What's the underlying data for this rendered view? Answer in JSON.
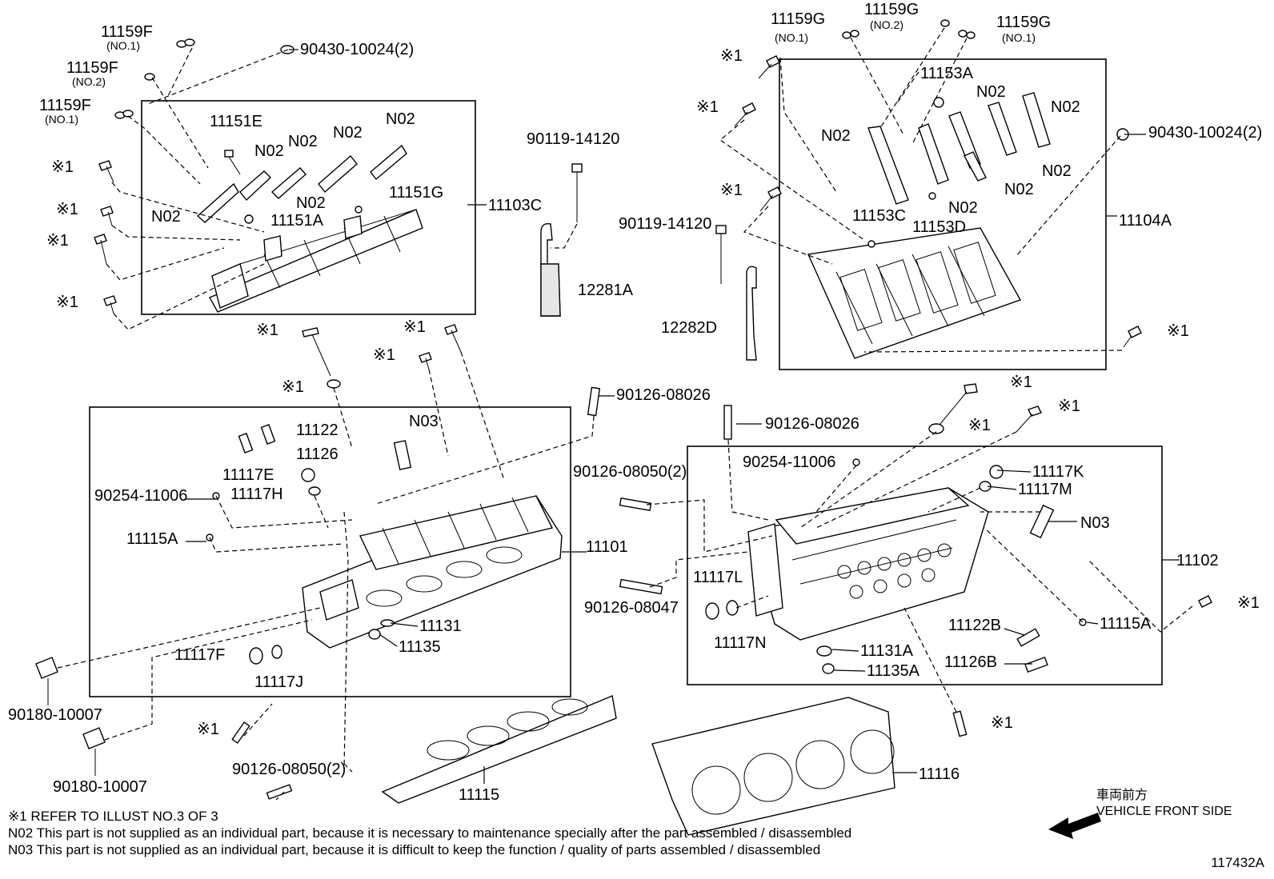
{
  "figure_id": "117432A",
  "boxes": [
    {
      "id": "11103C",
      "label": "11103C"
    },
    {
      "id": "11104A",
      "label": "11104A"
    },
    {
      "id": "11101",
      "label": "11101"
    },
    {
      "id": "11102",
      "label": "11102"
    }
  ],
  "labels": {
    "p11159f_a": "11159F",
    "p11159f_a_sub": "(NO.1)",
    "p11159f_b": "11159F",
    "p11159f_b_sub": "(NO.2)",
    "p11159f_c": "11159F",
    "p11159f_c_sub": "(NO.1)",
    "p90430_a": "90430-10024(2)",
    "p11151e": "11151E",
    "n02_1": "N02",
    "n02_2": "N02",
    "n02_3": "N02",
    "n02_4": "N02",
    "n02_5": "N02",
    "n02_6": "N02",
    "p11151g": "11151G",
    "p11151a": "11151A",
    "p11103c": "11103C",
    "ref1_a": "※1",
    "ref1_b": "※1",
    "ref1_c": "※1",
    "ref1_d": "※1",
    "p90119_a": "90119-14120",
    "p12281a": "12281A",
    "ref1_e": "※1",
    "ref1_f": "※1",
    "ref1_g": "※1",
    "ref1_h": "※1",
    "p90126_08026_a": "90126-08026",
    "p11122": "11122",
    "p11126": "11126",
    "n03_1": "N03",
    "p11117e": "11117E",
    "p90254_a": "90254-11006",
    "p11117h": "11117H",
    "p11115a_a": "11115A",
    "p11101": "11101",
    "p11131": "11131",
    "p11135": "11135",
    "p11117f": "11117F",
    "p11117j": "11117J",
    "p90180_a": "90180-10007",
    "p90180_b": "90180-10007",
    "ref1_i": "※1",
    "p90126_08050_a": "90126-08050(2)",
    "p11115": "11115",
    "p11159g_a": "11159G",
    "p11159g_a_sub": "(NO.1)",
    "p11159g_b": "11159G",
    "p11159g_b_sub": "(NO.2)",
    "p11159g_c": "11159G",
    "p11159g_c_sub": "(NO.1)",
    "ref1_j": "※1",
    "ref1_k": "※1",
    "ref1_l": "※1",
    "p11153a": "11153A",
    "n02_7": "N02",
    "n02_8": "N02",
    "n02_9": "N02",
    "n02_10": "N02",
    "n02_11": "N02",
    "n02_12": "N02",
    "p90430_b": "90430-10024(2)",
    "p11153c": "11153C",
    "p11153d": "11153D",
    "p11104a": "11104A",
    "p90119_b": "90119-14120",
    "p12282d": "12282D",
    "ref1_m": "※1",
    "ref1_n": "※1",
    "ref1_o": "※1",
    "ref1_p": "※1",
    "ref1_q": "※1",
    "p90126_08026_b": "90126-08026",
    "p90254_b": "90254-11006",
    "p90126_08050_b": "90126-08050(2)",
    "p11117k": "11117K",
    "p11117m": "11117M",
    "n03_2": "N03",
    "p11102": "11102",
    "p11117l": "11117L",
    "p90126_08047": "90126-08047",
    "p11117n": "11117N",
    "p11122b": "11122B",
    "p11115a_b": "11115A",
    "p11131a": "11131A",
    "p11135a": "11135A",
    "p11126b": "11126B",
    "p11116": "11116"
  },
  "front_marker": {
    "jp": "車両前方",
    "en": "VEHICLE FRONT SIDE"
  },
  "notes": [
    "※1 REFER TO ILLUST NO.3 OF 3",
    "N02 This part is not supplied as an individual part, because it is necessary to maintenance specially after the part assembled / disassembled",
    "N03 This part is not supplied as an individual part, because it is difficult to keep the function / quality of parts assembled / disassembled"
  ]
}
